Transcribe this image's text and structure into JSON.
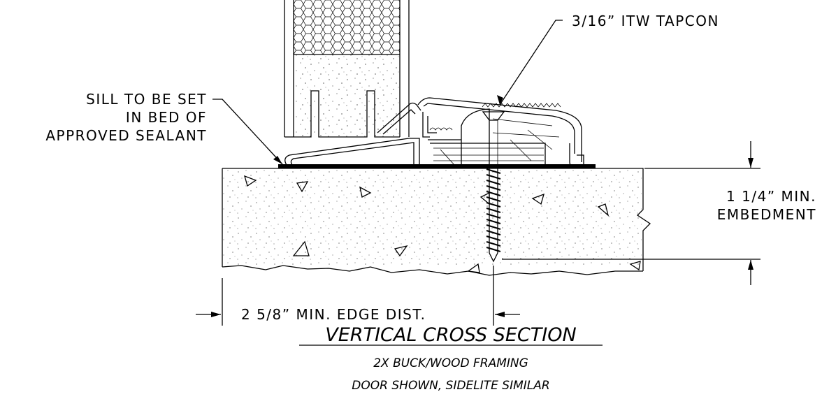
{
  "labels": {
    "fastener": "3/16” ITW TAPCON",
    "sill_line1": "SILL TO BE SET",
    "sill_line2": "IN BED OF",
    "sill_line3": "APPROVED SEALANT",
    "embed_line1": "1 1/4” MIN.",
    "embed_line2": "EMBEDMENT",
    "edge_dist": "2 5/8” MIN. EDGE DIST."
  },
  "title_block": {
    "title": "VERTICAL CROSS SECTION",
    "subtitle1": "2X BUCK/WOOD FRAMING",
    "subtitle2": "DOOR SHOWN, SIDELITE SIMILAR"
  }
}
